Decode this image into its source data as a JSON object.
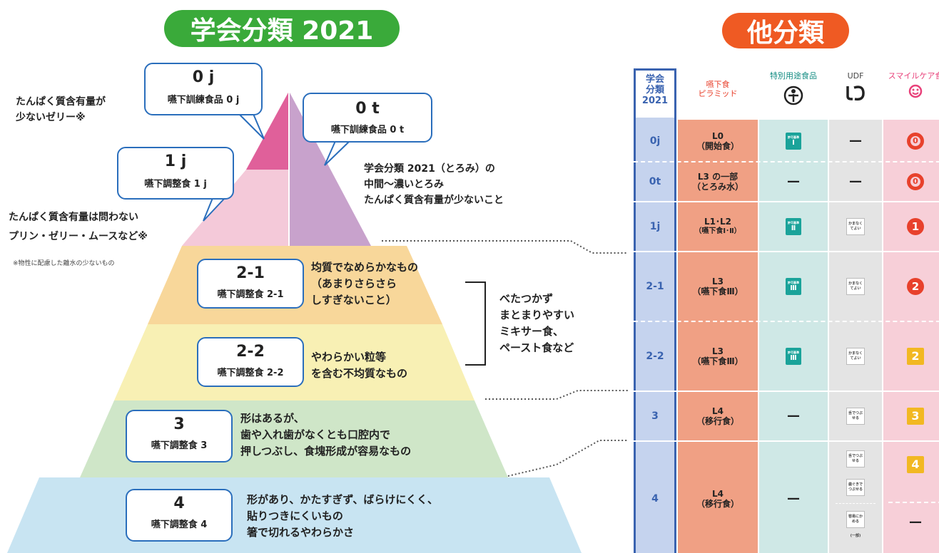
{
  "header": {
    "left_title": "学会分類 2021",
    "right_title": "他分類"
  },
  "pyramid": {
    "levels": [
      {
        "code": "0 j",
        "name": "嚥下訓練食品 0 j",
        "color": "#e0609a"
      },
      {
        "code": "0 t",
        "name": "嚥下訓練食品 0 t",
        "color": "#c8a2cc"
      },
      {
        "code": "1 j",
        "name": "嚥下調整食 1 j",
        "color": "#f4c9d9"
      },
      {
        "code": "2-1",
        "name": "嚥下調整食 2-1",
        "color": "#f8d79a"
      },
      {
        "code": "2-2",
        "name": "嚥下調整食 2-2",
        "color": "#f8f0b4"
      },
      {
        "code": "3",
        "name": "嚥下調整食 3",
        "color": "#cfe6c8"
      },
      {
        "code": "4",
        "name": "嚥下調整食 4",
        "color": "#c8e4f2"
      }
    ],
    "note_0j": [
      "たんぱく質含有量が",
      "少ないゼリー※"
    ],
    "note_0t": [
      "学会分類 2021（とろみ）の",
      "中間〜濃いとろみ",
      "たんぱく質含有量が少ないこと"
    ],
    "note_1j": [
      "たんぱく質含有量は問わない",
      "プリン・ゼリー・ムースなど※"
    ],
    "footnote": "※物性に配慮した離水の少ないもの",
    "desc_2_1": [
      "均質でなめらかなもの",
      "（あまりさらさら",
      "しすぎないこと）"
    ],
    "desc_2_2": [
      "やわらかい粒等",
      "を含む不均質なもの"
    ],
    "bracket_text": [
      "べたつかず",
      "まとまりやすい",
      "ミキサー食、",
      "ペースト食など"
    ],
    "desc_3": [
      "形はあるが、",
      "歯や入れ歯がなくとも口腔内で",
      "押しつぶし、食塊形成が容易なもの"
    ],
    "desc_4": [
      "形があり、かたすぎず、ばらけにくく、",
      "貼りつきにくいもの",
      "箸で切れるやわらかさ"
    ]
  },
  "table": {
    "headers": {
      "level": [
        "学会",
        "分類",
        "2021"
      ],
      "pyramid": [
        "嚥下食",
        "ピラミッド"
      ],
      "special": "特別用途食品",
      "udf": "UDF",
      "smile": "スマイルケア食"
    },
    "rows": [
      {
        "level": "0j",
        "pyramid": [
          "L0",
          "（開始食）"
        ],
        "special": "Ⅰ",
        "udf": "—",
        "smile": "0"
      },
      {
        "level": "0t",
        "pyramid": [
          "L3 の一部",
          "（とろみ水）"
        ],
        "special": "—",
        "udf": "—",
        "smile": "0"
      },
      {
        "level": "1j",
        "pyramid": [
          "L1･L2",
          "（嚥下食Ⅰ･Ⅱ）"
        ],
        "special": "Ⅱ",
        "udf": "かまなくてよい",
        "smile": "1"
      },
      {
        "level": "2-1",
        "pyramid": [
          "L3",
          "（嚥下食Ⅲ）"
        ],
        "special": "Ⅲ",
        "udf": "かまなくてよい",
        "smile": "2"
      },
      {
        "level": "2-2",
        "pyramid": [
          "L3",
          "（嚥下食Ⅲ）"
        ],
        "special": "Ⅲ",
        "udf": "かまなくてよい",
        "smile": "2"
      },
      {
        "level": "3",
        "pyramid": [
          "L4",
          "（移行食）"
        ],
        "special": "—",
        "udf": "舌でつぶせる",
        "smile": "3"
      },
      {
        "level": "4",
        "pyramid": [
          "L4",
          "（移行食）"
        ],
        "special": "—",
        "udf": [
          "舌でつぶせる",
          "歯ぐきでつぶせる",
          "容易にかめる"
        ],
        "smile": [
          "4",
          "—"
        ]
      }
    ],
    "permit_label": "許可基準",
    "udf_footer": "(一部)"
  },
  "colors": {
    "green": "#3aaa3a",
    "orange": "#ef5a23",
    "blue_border": "#2a6ebc",
    "level_col": "#c5d3ee",
    "pyramid_col": "#f0a084",
    "special_col": "#cfe8e6",
    "udf_col": "#e4e4e4",
    "smile_col": "#f7cfd8"
  }
}
